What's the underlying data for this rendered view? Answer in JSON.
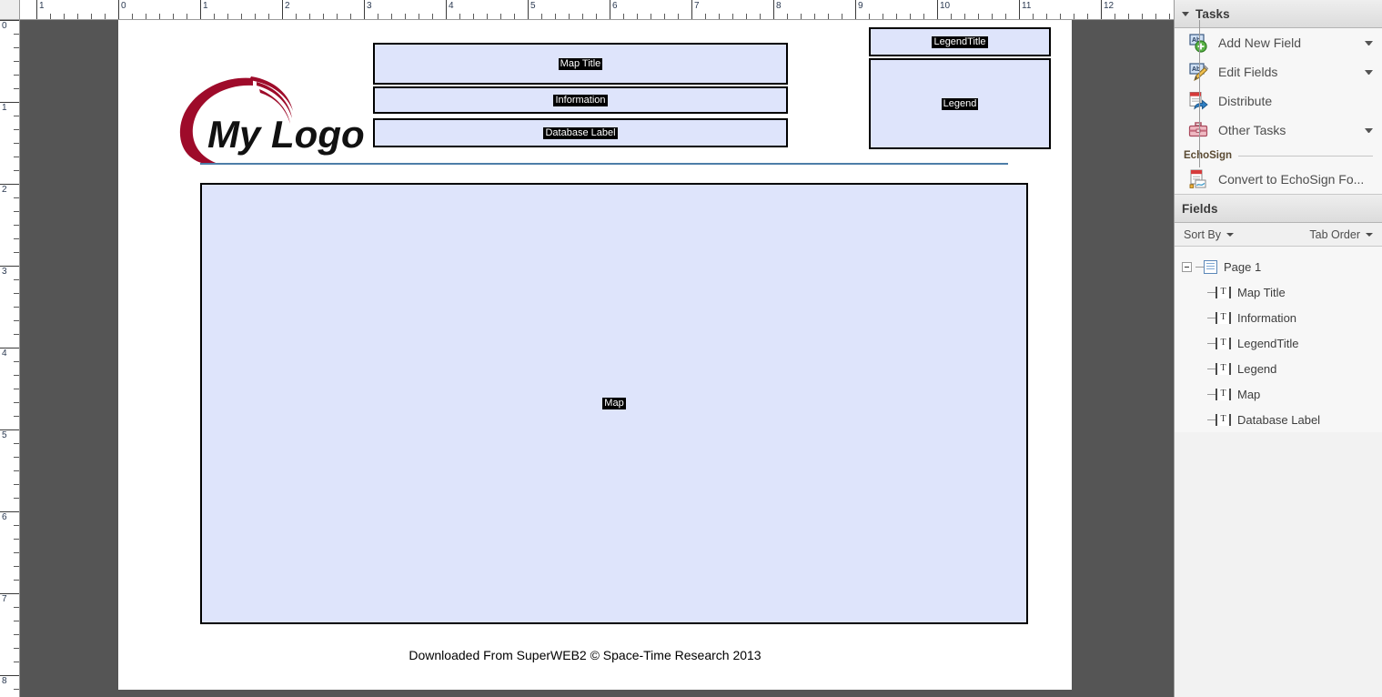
{
  "rulers": {
    "top_labels": [
      "1",
      "0",
      "1",
      "2",
      "3",
      "4",
      "5",
      "6",
      "7",
      "8",
      "9",
      "10",
      "11",
      "12"
    ],
    "left_labels": [
      "0",
      "1",
      "2",
      "3",
      "4",
      "5",
      "6",
      "7",
      "8"
    ],
    "unit": "inches"
  },
  "document": {
    "logo_text": "My Logo",
    "logo_color": "#9e0b2a",
    "divider_color": "#4d7ea8",
    "field_fill": "#dee4fb",
    "field_border": "#000000",
    "footer": "Downloaded From SuperWEB2 © Space-Time Research 2013",
    "fields": [
      {
        "name": "map-title",
        "label": "Map Title"
      },
      {
        "name": "information",
        "label": "Information"
      },
      {
        "name": "database-label",
        "label": "Database Label"
      },
      {
        "name": "legend-title",
        "label": "LegendTitle"
      },
      {
        "name": "legend",
        "label": "Legend"
      },
      {
        "name": "map",
        "label": "Map"
      }
    ]
  },
  "tasks_panel": {
    "title": "Tasks",
    "items": [
      {
        "label": "Add New Field",
        "icon": "add-field-icon",
        "has_caret": true
      },
      {
        "label": "Edit Fields",
        "icon": "edit-fields-icon",
        "has_caret": true
      },
      {
        "label": "Distribute",
        "icon": "distribute-icon",
        "has_caret": false
      },
      {
        "label": "Other Tasks",
        "icon": "other-tasks-icon",
        "has_caret": true
      }
    ],
    "group": {
      "label": "EchoSign",
      "items": [
        {
          "label": "Convert to EchoSign Fo...",
          "icon": "echosign-icon",
          "has_caret": false
        }
      ]
    }
  },
  "fields_panel": {
    "title": "Fields",
    "sort_by_label": "Sort By",
    "tab_order_label": "Tab Order",
    "tree": {
      "root_label": "Page 1",
      "children": [
        {
          "label": "Map Title"
        },
        {
          "label": "Information"
        },
        {
          "label": "LegendTitle"
        },
        {
          "label": "Legend"
        },
        {
          "label": "Map"
        },
        {
          "label": "Database Label"
        }
      ]
    }
  }
}
